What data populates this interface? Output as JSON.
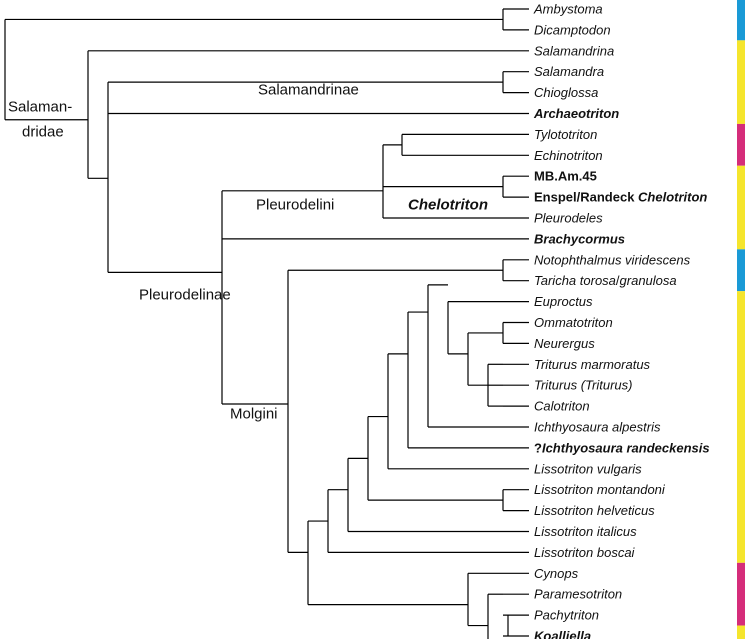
{
  "taxa": [
    {
      "id": "t0",
      "segments": [
        {
          "text": "Ambystoma",
          "italic": true
        }
      ]
    },
    {
      "id": "t1",
      "segments": [
        {
          "text": "Dicamptodon",
          "italic": true
        }
      ]
    },
    {
      "id": "t2",
      "segments": [
        {
          "text": "Salamandrina",
          "italic": true
        }
      ]
    },
    {
      "id": "t3",
      "segments": [
        {
          "text": "Salamandra",
          "italic": true
        }
      ]
    },
    {
      "id": "t4",
      "segments": [
        {
          "text": "Chioglossa",
          "italic": true
        }
      ]
    },
    {
      "id": "t5",
      "segments": [
        {
          "text": "Archaeotriton",
          "italic": true,
          "bold": true
        }
      ]
    },
    {
      "id": "t6",
      "segments": [
        {
          "text": "Tylototriton",
          "italic": true
        }
      ]
    },
    {
      "id": "t7",
      "segments": [
        {
          "text": "Echinotriton",
          "italic": true
        }
      ]
    },
    {
      "id": "t8",
      "segments": [
        {
          "text": "MB.Am.45",
          "bold": true
        }
      ]
    },
    {
      "id": "t9",
      "segments": [
        {
          "text": "Enspel/Randeck ",
          "bold": true
        },
        {
          "text": "Chelotriton",
          "italic": true,
          "bold": true
        }
      ]
    },
    {
      "id": "t10",
      "segments": [
        {
          "text": "Pleurodeles",
          "italic": true
        }
      ]
    },
    {
      "id": "t11",
      "segments": [
        {
          "text": "Brachycormus",
          "italic": true,
          "bold": true
        }
      ]
    },
    {
      "id": "t12",
      "segments": [
        {
          "text": "Notophthalmus viridescens",
          "italic": true
        }
      ]
    },
    {
      "id": "t13",
      "segments": [
        {
          "text": "Taricha torosa",
          "italic": true
        },
        {
          "text": "/"
        },
        {
          "text": "granulosa",
          "italic": true
        }
      ]
    },
    {
      "id": "t14",
      "segments": [
        {
          "text": "Euproctus",
          "italic": true
        }
      ]
    },
    {
      "id": "t15",
      "segments": [
        {
          "text": "Ommatotriton",
          "italic": true
        }
      ]
    },
    {
      "id": "t16",
      "segments": [
        {
          "text": "Neurergus",
          "italic": true
        }
      ]
    },
    {
      "id": "t17",
      "segments": [
        {
          "text": "Triturus marmoratus",
          "italic": true
        }
      ]
    },
    {
      "id": "t18",
      "segments": [
        {
          "text": "Triturus (Triturus)",
          "italic": true
        }
      ]
    },
    {
      "id": "t19",
      "segments": [
        {
          "text": "Calotriton",
          "italic": true
        }
      ]
    },
    {
      "id": "t20",
      "segments": [
        {
          "text": "Ichthyosaura alpestris",
          "italic": true
        }
      ]
    },
    {
      "id": "t21",
      "segments": [
        {
          "text": "?",
          "bold": true
        },
        {
          "text": "Ichthyosaura randeckensis",
          "italic": true,
          "bold": true
        }
      ]
    },
    {
      "id": "t22",
      "segments": [
        {
          "text": "Lissotriton vulgaris",
          "italic": true
        }
      ]
    },
    {
      "id": "t23",
      "segments": [
        {
          "text": "Lissotriton montandoni",
          "italic": true
        }
      ]
    },
    {
      "id": "t24",
      "segments": [
        {
          "text": "Lissotriton helveticus",
          "italic": true
        }
      ]
    },
    {
      "id": "t25",
      "segments": [
        {
          "text": "Lissotriton italicus",
          "italic": true
        }
      ]
    },
    {
      "id": "t26",
      "segments": [
        {
          "text": "Lissotriton boscai",
          "italic": true
        }
      ]
    },
    {
      "id": "t27",
      "segments": [
        {
          "text": "Cynops",
          "italic": true
        }
      ]
    },
    {
      "id": "t28",
      "segments": [
        {
          "text": "Paramesotriton",
          "italic": true
        }
      ]
    },
    {
      "id": "t29",
      "segments": [
        {
          "text": "Pachytriton",
          "italic": true
        }
      ]
    },
    {
      "id": "t30",
      "segments": [
        {
          "text": "Koalliella",
          "italic": true,
          "bold": true
        }
      ]
    }
  ],
  "clade_labels": [
    {
      "id": "salamandridae",
      "lines": [
        "Salaman-",
        "dridae"
      ]
    },
    {
      "id": "salamandrinae",
      "lines": [
        "Salamandrinae"
      ]
    },
    {
      "id": "pleurodelini",
      "lines": [
        "Pleurodelini"
      ]
    },
    {
      "id": "chelotriton",
      "lines": [
        "Chelotriton"
      ],
      "italic": true,
      "bold": true
    },
    {
      "id": "pleurodelinae",
      "lines": [
        "Pleurodelinae"
      ]
    },
    {
      "id": "molgini",
      "lines": [
        "Molgini"
      ]
    }
  ],
  "colors": {
    "line": "#000000",
    "blue": "#1a9ad6",
    "yellow": "#f5e52d",
    "magenta": "#d52d7a"
  },
  "color_bars": [
    {
      "color": "blue",
      "first": 0,
      "last": 1
    },
    {
      "color": "yellow",
      "first": 2,
      "last": 5
    },
    {
      "color": "magenta",
      "first": 6,
      "last": 7
    },
    {
      "color": "yellow",
      "first": 8,
      "last": 11
    },
    {
      "color": "blue",
      "first": 12,
      "last": 13
    },
    {
      "color": "yellow",
      "first": 14,
      "last": 26
    },
    {
      "color": "magenta",
      "first": 27,
      "last": 29
    },
    {
      "color": "yellow",
      "first": 30,
      "last": 30
    }
  ]
}
